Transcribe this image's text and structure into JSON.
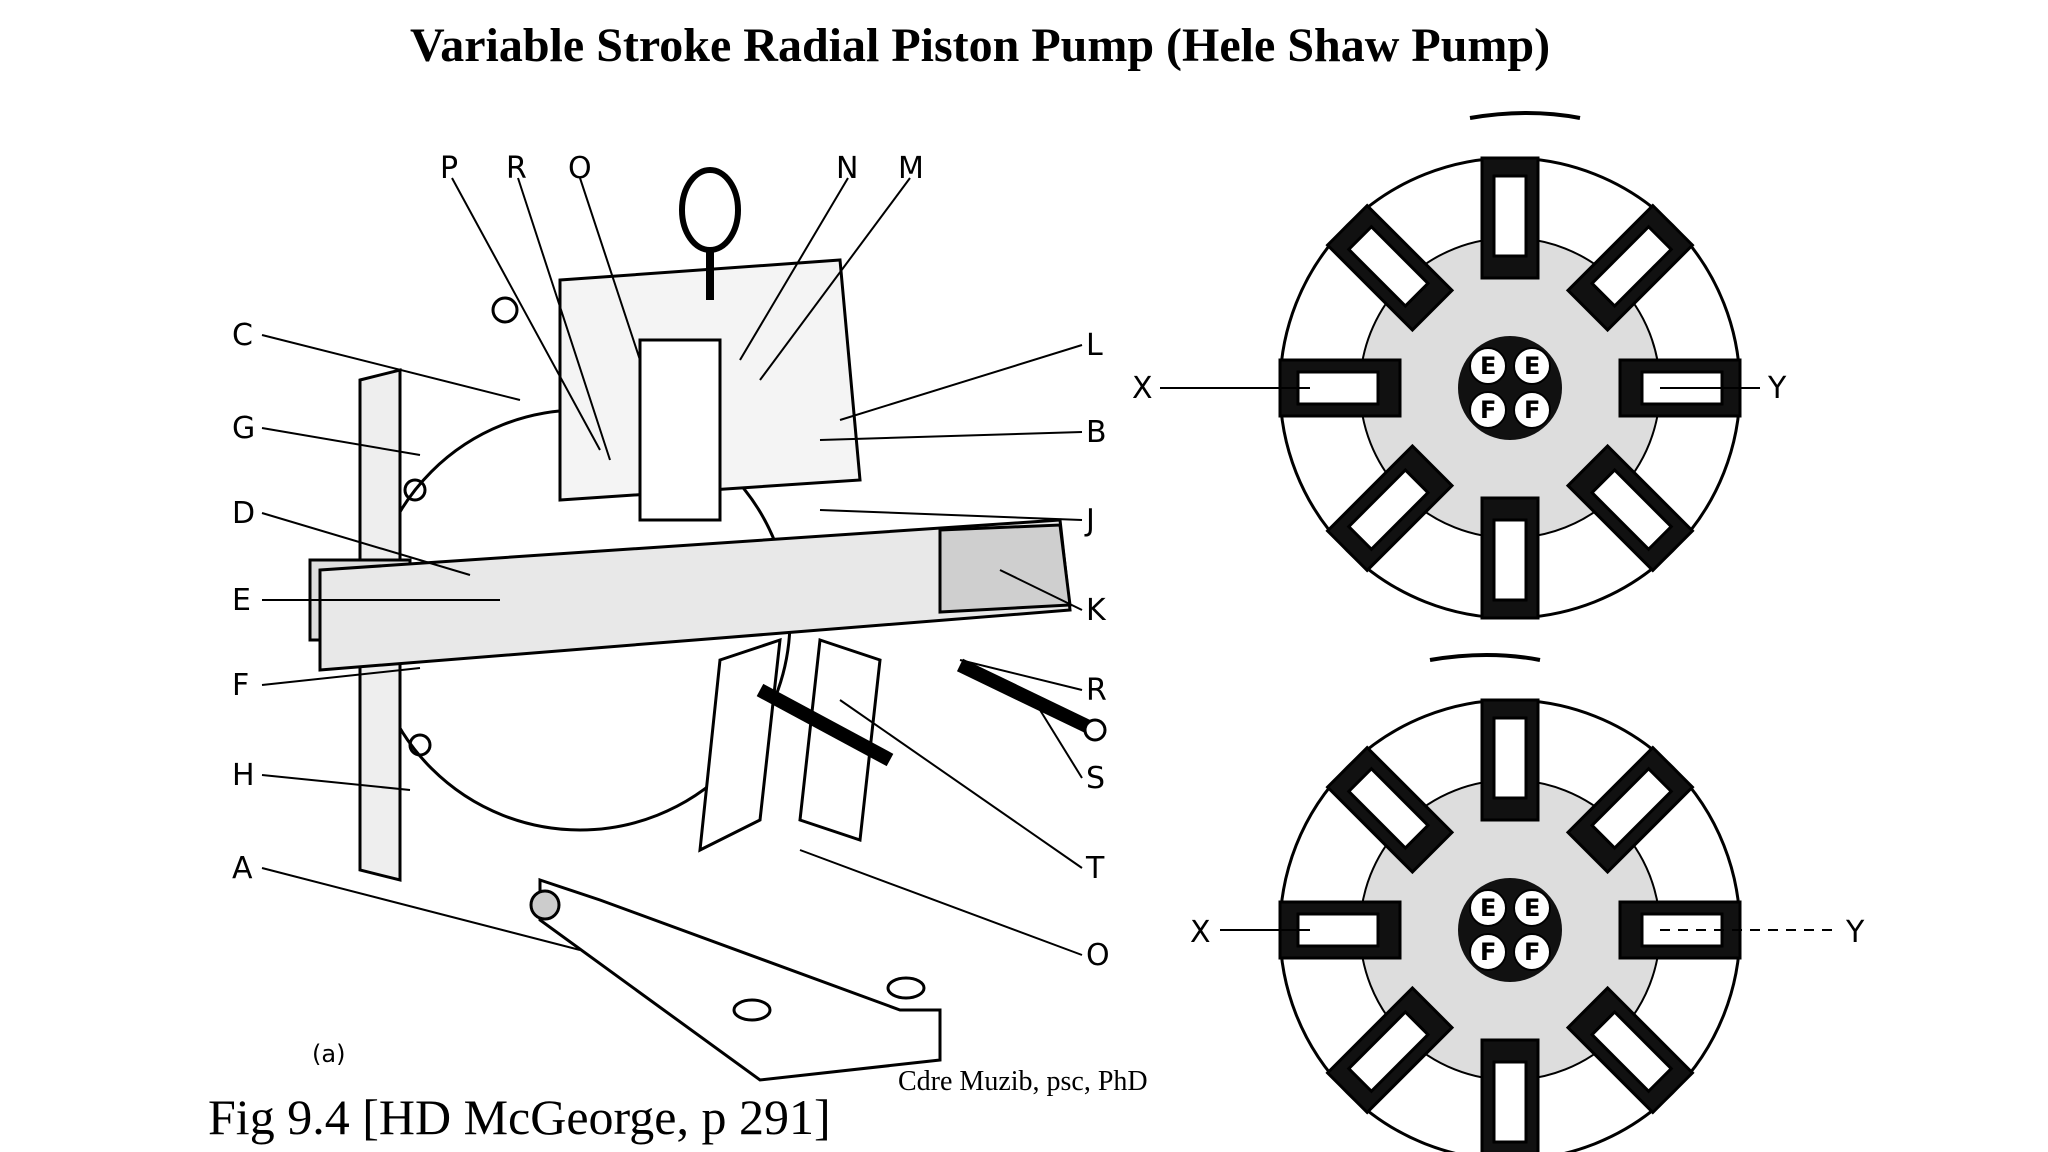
{
  "title": "Variable Stroke Radial Piston Pump (Hele Shaw Pump)",
  "caption": "Fig 9.4  [HD McGeorge, p 291]",
  "credit": "Cdre Muzib, psc, PhD",
  "left_diagram": {
    "subfig_label": "(a)",
    "labels": {
      "P": "P",
      "R_top": "R",
      "O_top": "O",
      "N": "N",
      "M": "M",
      "C": "C",
      "G": "G",
      "D": "D",
      "E": "E",
      "F": "F",
      "H": "H",
      "A": "A",
      "L": "L",
      "B": "B",
      "J": "J",
      "K": "K",
      "R_right": "R",
      "S": "S",
      "T": "T",
      "O_right": "O"
    }
  },
  "right_diagrams": {
    "top": {
      "x_label": "X",
      "y_label": "Y",
      "ports": [
        "E",
        "E",
        "F",
        "F"
      ]
    },
    "bottom": {
      "x_label": "X",
      "y_label": "Y",
      "ports": [
        "E",
        "E",
        "F",
        "F"
      ]
    }
  }
}
